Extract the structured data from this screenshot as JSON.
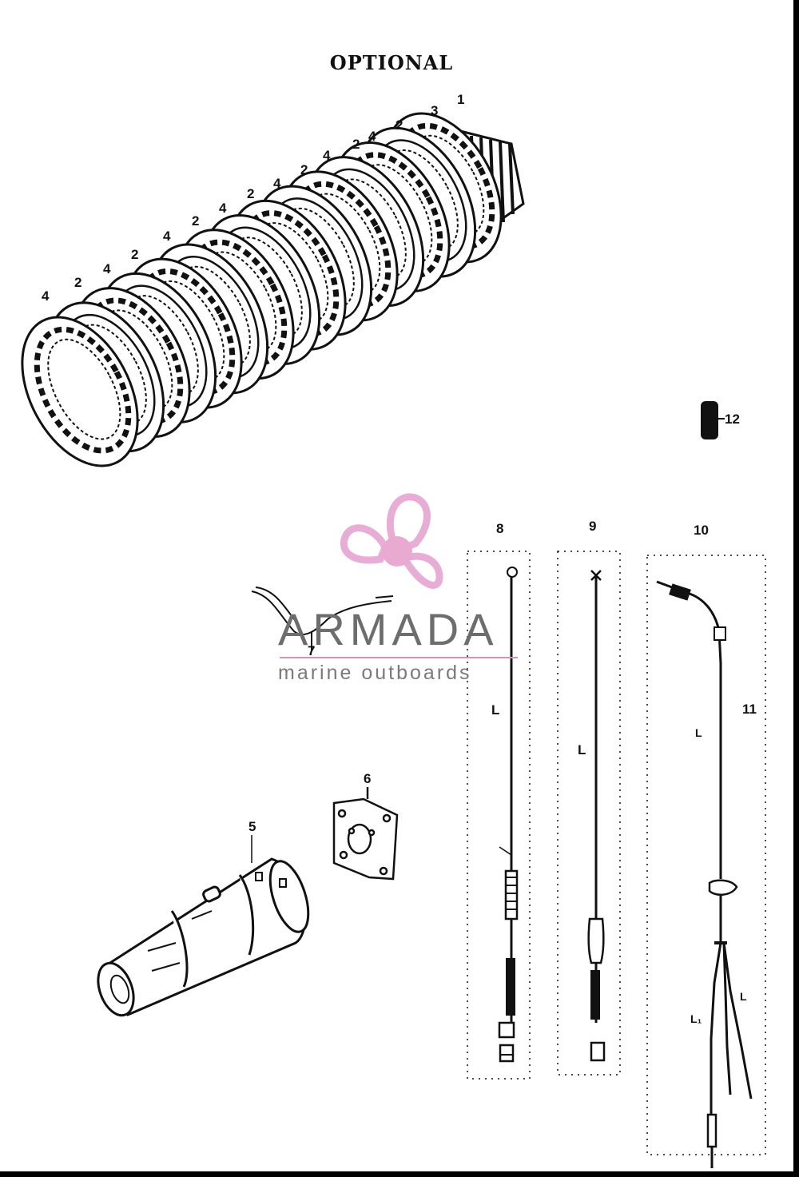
{
  "diagram": {
    "title": "OPTIONAL",
    "callouts": {
      "c1": "1",
      "c2": "2",
      "c3": "3",
      "c4": "4",
      "c5": "5",
      "c6": "6",
      "c7": "7",
      "c8": "8",
      "c9": "9",
      "c10": "10",
      "c11": "11",
      "c12": "12",
      "lbl_L": "L",
      "lbl_L1": "L₁"
    }
  },
  "watermark": {
    "brand": "ARMADA",
    "tagline": "marine outboards",
    "colors": {
      "logo_pink": "#e6a9d3",
      "hub_pink": "#e8a6cf",
      "text_gray": "#6d6d6d"
    }
  },
  "colors": {
    "ink": "#111111",
    "paper": "#ffffff"
  }
}
